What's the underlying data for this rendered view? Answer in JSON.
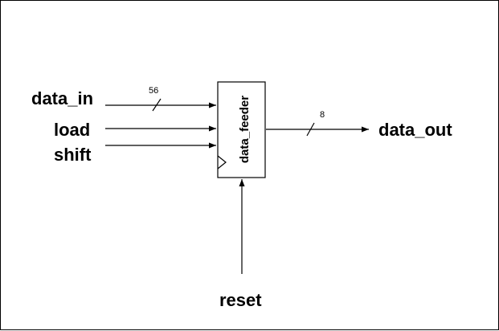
{
  "diagram": {
    "block": {
      "name": "data_feeder"
    },
    "inputs": [
      {
        "name": "data_in",
        "bus_width": "56"
      },
      {
        "name": "load"
      },
      {
        "name": "shift"
      }
    ],
    "outputs": [
      {
        "name": "data_out",
        "bus_width": "8"
      }
    ],
    "bottom_input": {
      "name": "reset"
    }
  }
}
